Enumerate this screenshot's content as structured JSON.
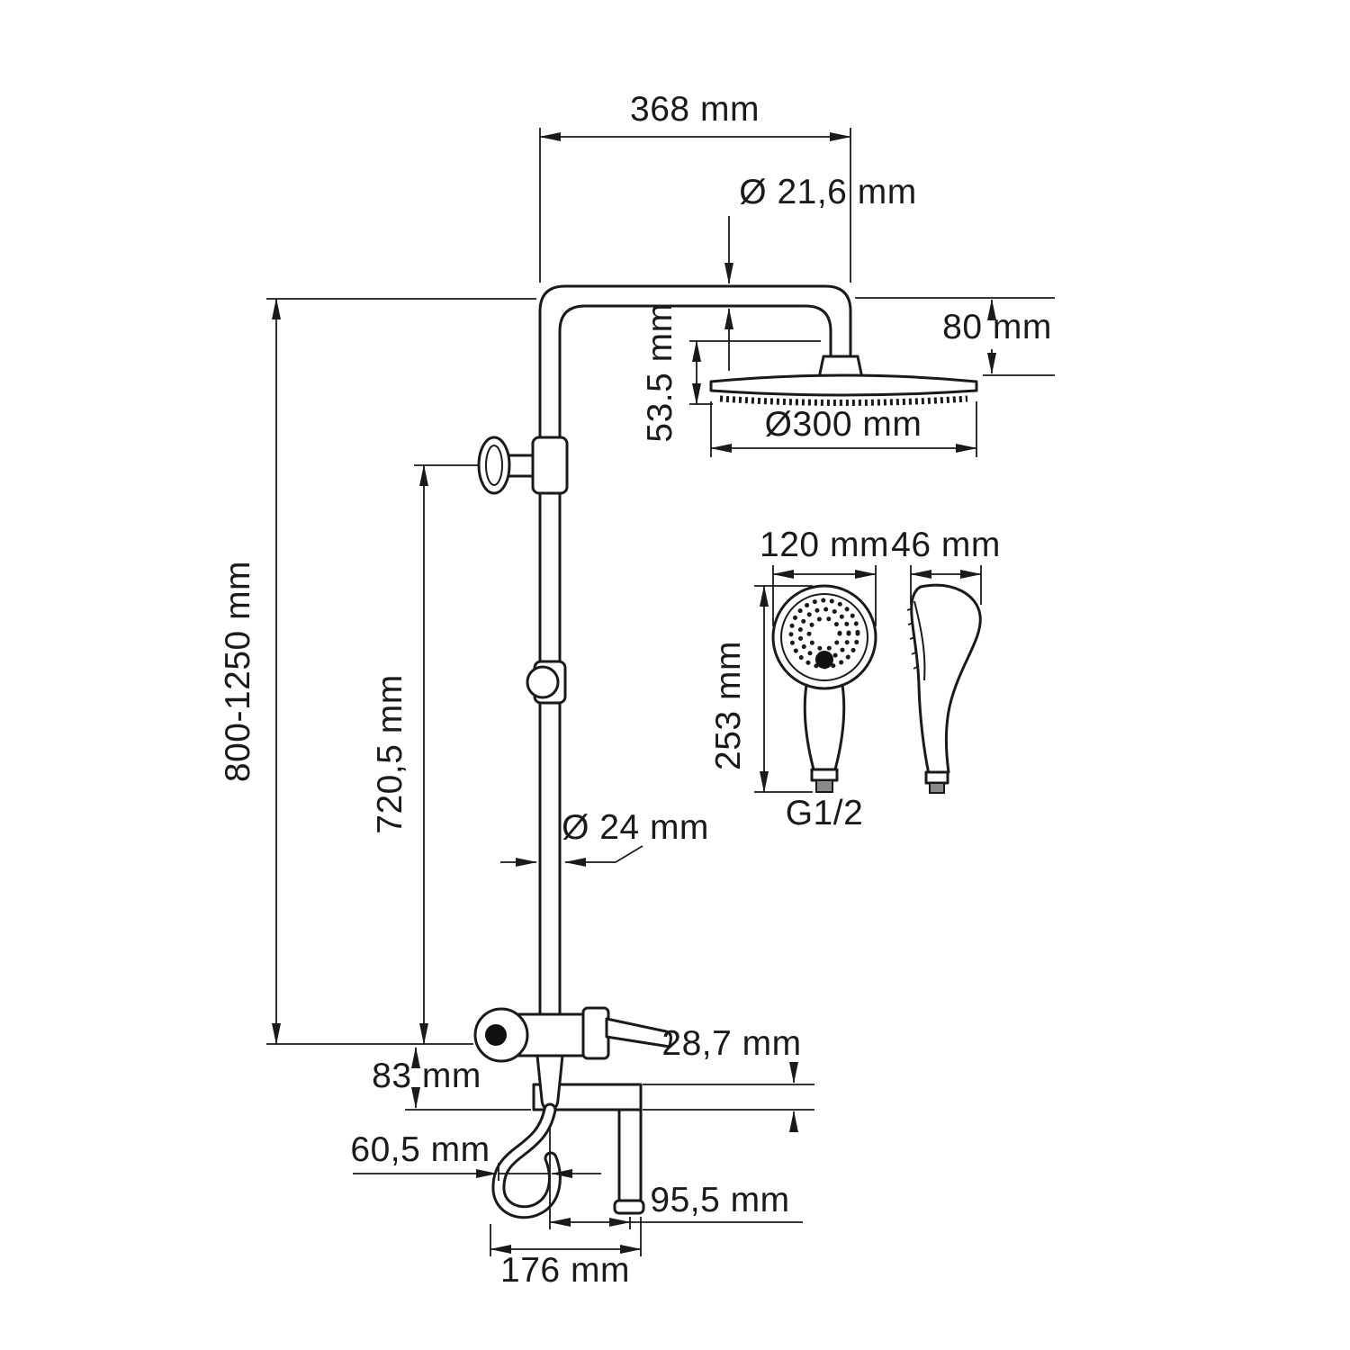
{
  "page": {
    "background": "#ffffff",
    "line_color": "#1a1a1a"
  },
  "dimensions": {
    "arm_reach": "368 mm",
    "arm_tube_diameter": "Ø 21,6 mm",
    "head_drop": "80 mm",
    "head_offset": "53.5 mm",
    "rain_head_diameter": "Ø300 mm",
    "column_height_range": "800-1250 mm",
    "riser_length": "720,5 mm",
    "riser_tube_diameter": "Ø 24 mm",
    "mixer_height": "83 mm",
    "spout_plate_thickness": "28,7 mm",
    "hose_offset": "60,5 mm",
    "spout_reach": "95,5 mm",
    "mixer_width": "176 mm",
    "hand_shower_width": "120 mm",
    "hand_shower_depth": "46 mm",
    "hand_shower_length": "253 mm",
    "connection_thread": "G1/2"
  }
}
